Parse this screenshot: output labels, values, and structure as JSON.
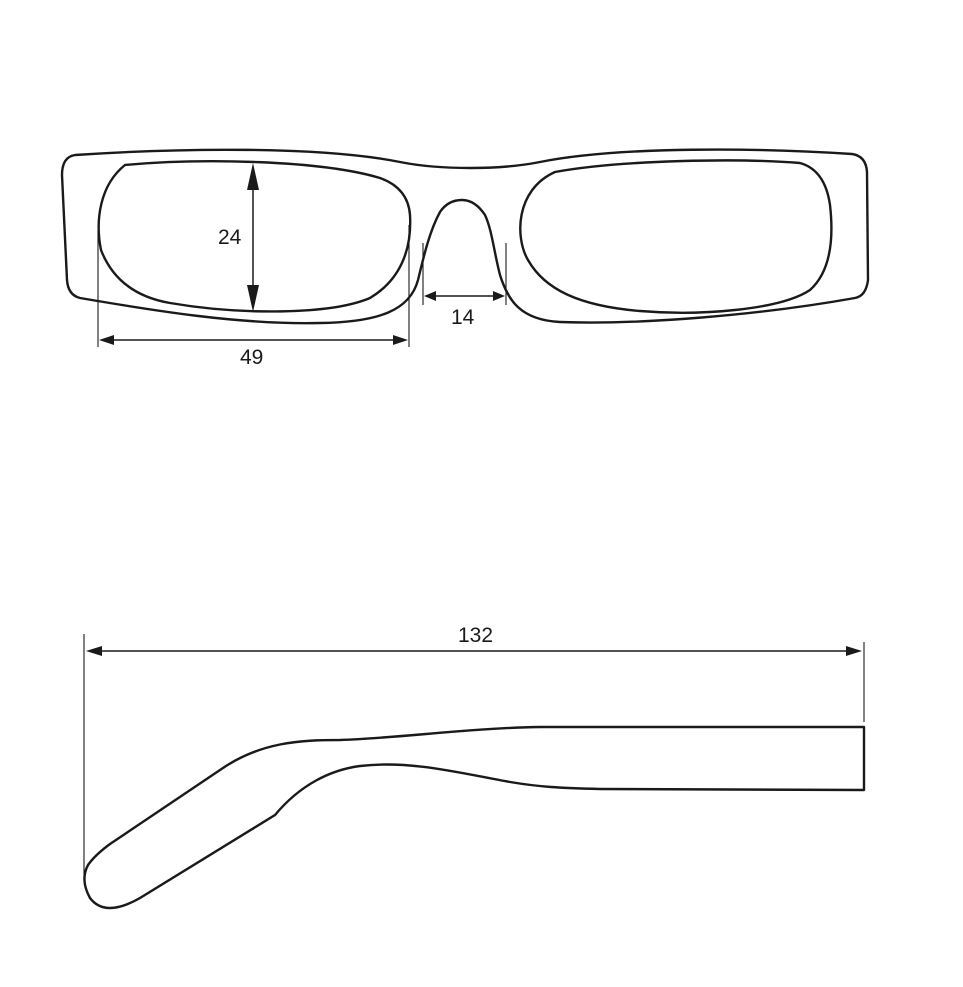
{
  "diagram": {
    "type": "technical drawing",
    "subject": "eyeglasses frame",
    "line_color": "#1a1a1a",
    "background": "#ffffff",
    "front_view": {
      "lens_width": {
        "label": "49",
        "value": 49
      },
      "lens_height": {
        "label": "24",
        "value": 24
      },
      "bridge_width": {
        "label": "14",
        "value": 14
      }
    },
    "side_view": {
      "temple_length": {
        "label": "132",
        "value": 132
      }
    }
  }
}
